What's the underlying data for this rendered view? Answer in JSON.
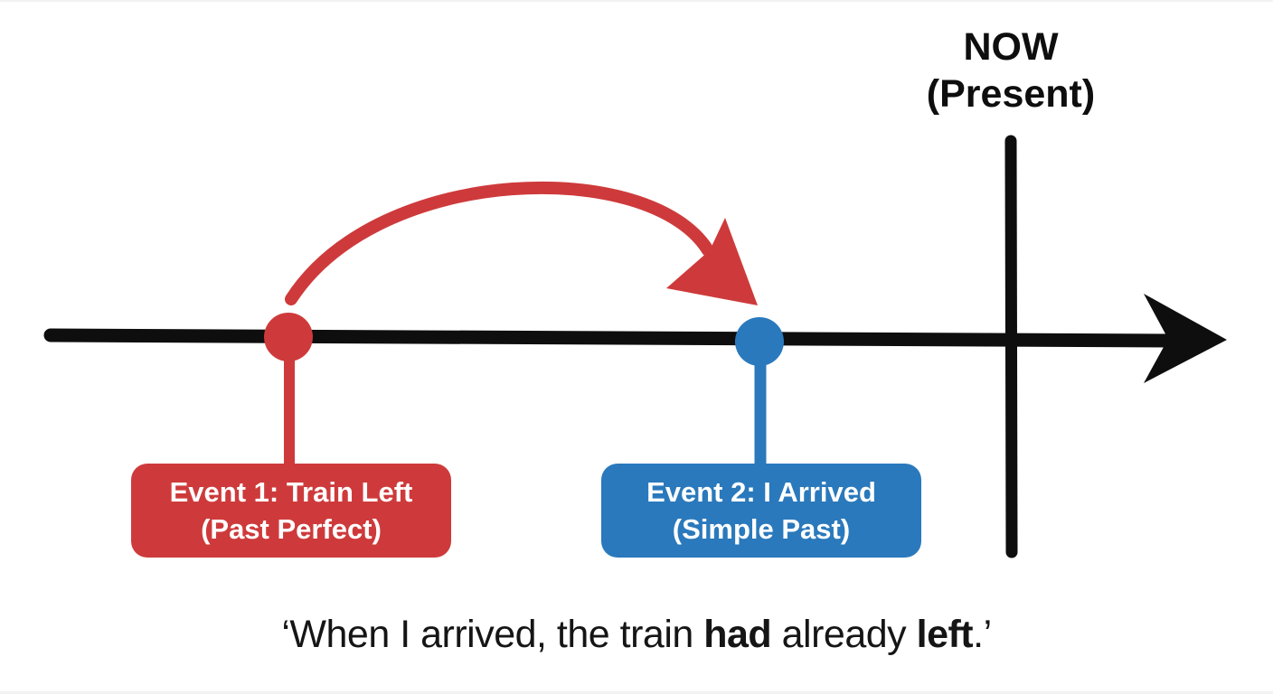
{
  "colors": {
    "red": "#CE3A3B",
    "blue": "#2A79BC",
    "black": "#0E0E0E",
    "box_text": "#FFFFFF",
    "background": "#FFFFFF"
  },
  "now_label": {
    "line1": "NOW",
    "line2": "(Present)"
  },
  "events": [
    {
      "line1": "Event 1: Train Left",
      "line2": "(Past Perfect)",
      "color": "#CE3A3B"
    },
    {
      "line1": "Event 2: I Arrived",
      "line2": "(Simple Past)",
      "color": "#2A79BC"
    }
  ],
  "sentence": {
    "segments": [
      {
        "text": "‘When I arrived, the train ",
        "bold": false
      },
      {
        "text": "had",
        "bold": true
      },
      {
        "text": " already ",
        "bold": false
      },
      {
        "text": "left",
        "bold": true
      },
      {
        "text": ".’",
        "bold": false
      }
    ]
  },
  "diagram": {
    "type": "timeline",
    "direction": "left-to-right",
    "arc_arrow": {
      "from": "Event 1: Train Left",
      "to": "Event 2: I Arrived",
      "color": "#CE3A3B"
    },
    "markers": [
      {
        "name": "event1-dot",
        "color": "#CE3A3B"
      },
      {
        "name": "event2-dot",
        "color": "#2A79BC"
      },
      {
        "name": "now-line",
        "color": "#0E0E0E"
      }
    ]
  }
}
